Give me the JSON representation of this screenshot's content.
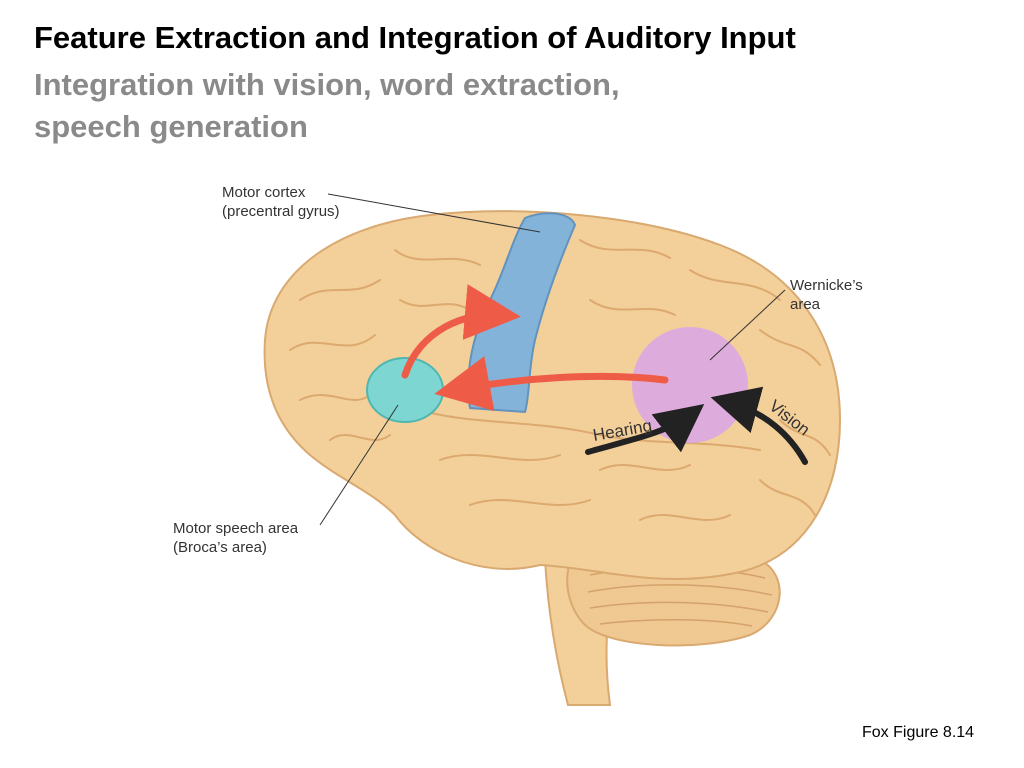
{
  "slide": {
    "title": "Feature Extraction and Integration of Auditory Input",
    "subtitle_line1": "Integration with vision, word extraction,",
    "subtitle_line2": "speech generation",
    "figure_credit": "Fox Figure 8.14"
  },
  "diagram": {
    "labels": {
      "motor_cortex_line1": "Motor cortex",
      "motor_cortex_line2": "(precentral gyrus)",
      "wernicke_line1": "Wernicke’s",
      "wernicke_line2": "area",
      "broca_line1": "Motor speech area",
      "broca_line2": "(Broca’s area)",
      "hearing": "Hearing",
      "vision": "Vision"
    },
    "colors": {
      "brain": "#f3cf9a",
      "brain_outline": "#d9a970",
      "motor_cortex": "#7fb2de",
      "broca_area": "#7dd6d2",
      "wernicke_area": "#d9a6e8",
      "red_arrow": "#ee5c48",
      "black_arrow": "#222222"
    }
  }
}
